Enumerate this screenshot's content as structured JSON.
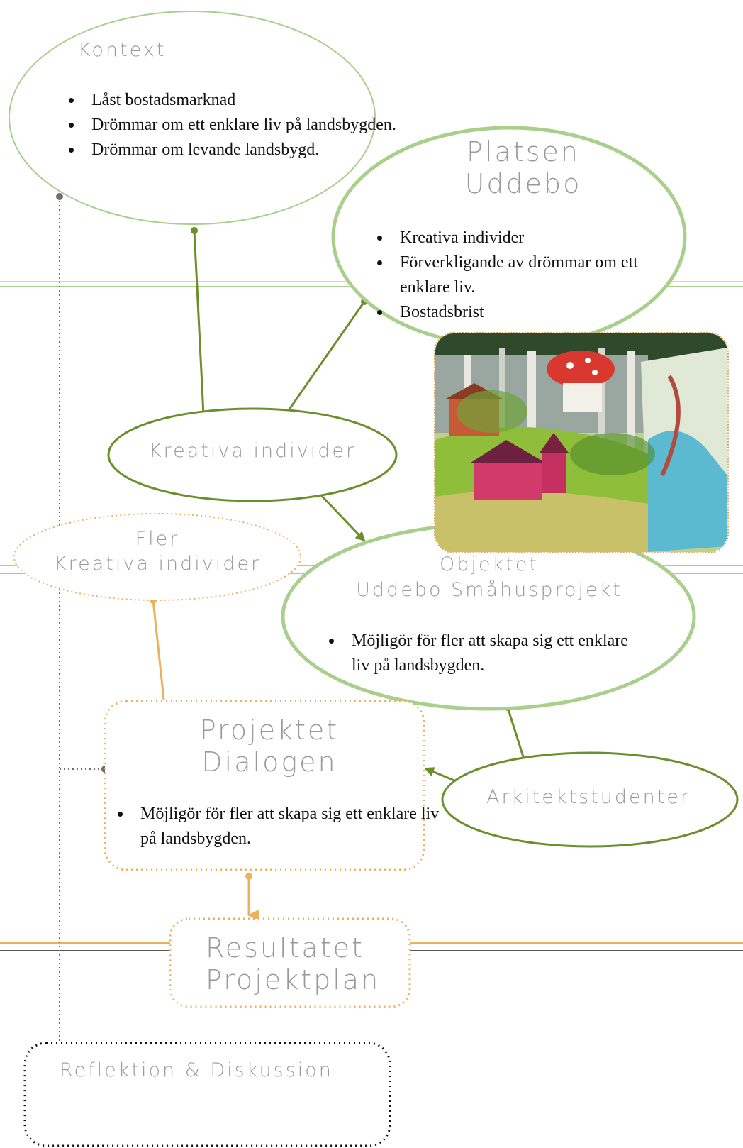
{
  "colors": {
    "green": "#a9cf8c",
    "dark_green": "#6b8f2a",
    "orange": "#e9b25b",
    "grey": "#6d6d6d",
    "black": "#111111"
  },
  "kontext": {
    "title": "Kontext",
    "bullets": [
      "Låst bostadsmarknad",
      "Drömmar om ett enklare liv på landsbygden.",
      "Drömmar om levande landsbygd."
    ]
  },
  "platsen": {
    "title_line1": "Platsen",
    "title_line2": "Uddebo",
    "bullets": [
      "Kreativa individer",
      "Förverkligande av drömmar om ett enklare liv.",
      "Bostadsbrist"
    ]
  },
  "kreativa": {
    "title": "Kreativa individer"
  },
  "fler": {
    "title_line1": "Fler",
    "title_line2": "Kreativa individer"
  },
  "objektet": {
    "title_line1": "Objektet",
    "title_line2": "Uddebo Småhusprojekt",
    "bullets": [
      "Möjligör för fler att skapa sig ett enklare liv på landsbygden."
    ]
  },
  "projektet": {
    "title_line1": "Projektet",
    "title_line2": "Dialogen",
    "bullets": [
      "Möjligör för fler att skapa sig ett enklare liv på landsbygden."
    ]
  },
  "arkitekt": {
    "title": "Arkitektstudenter"
  },
  "resultatet": {
    "title_line1": "Resultatet",
    "title_line2": "Projektplan"
  },
  "reflektion": {
    "title": "Reflektion & Diskussion"
  },
  "image": {
    "icon": "painting-image",
    "description_icon": "village-painting"
  }
}
